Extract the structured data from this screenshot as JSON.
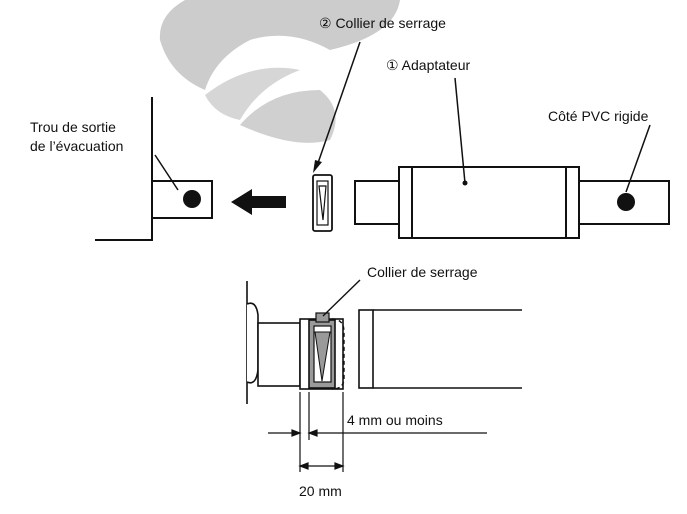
{
  "labels": {
    "clamp_top": "② Collier de serrage",
    "adapter": "① Adaptateur",
    "drain_outlet_line1": "Trou de sortie",
    "drain_outlet_line2": "de l’évacuation",
    "pvc_side": "Côté PVC rigide",
    "clamp_detail": "Collier de serrage",
    "dim_4mm": "4 mm ou moins",
    "dim_20mm": "20 mm"
  },
  "colors": {
    "watermark": "#cccccc",
    "stroke": "#111111",
    "clamp_fill": "#9a9a9a",
    "arrow": "#111111"
  },
  "icons": {
    "direction_arrow": "left-arrow-icon"
  }
}
